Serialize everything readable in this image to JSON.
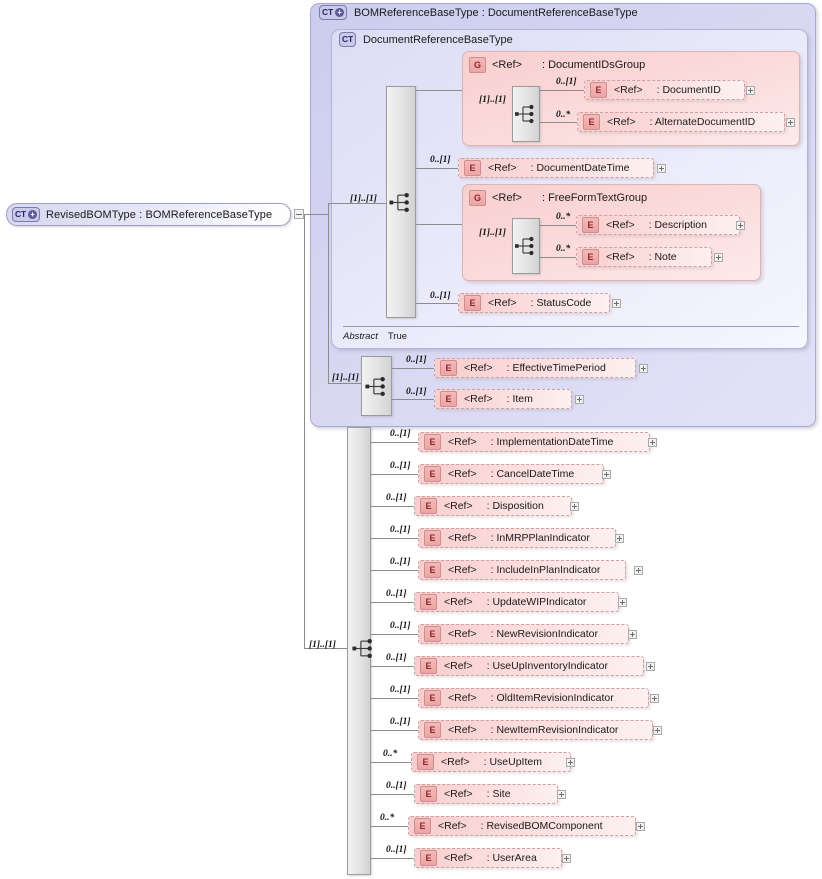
{
  "diagram": {
    "kind": "xsd-schema-diagram",
    "root": {
      "badge": "CT",
      "badge_expand": "+",
      "label": "RevisedBOMType : BOMReferenceBaseType",
      "collapse_icon": "minus-icon"
    },
    "outer_container": {
      "badge": "CT",
      "badge_expand": "+",
      "label": "BOMReferenceBaseType : DocumentReferenceBaseType"
    },
    "inner_container": {
      "badge": "CT",
      "label": "DocumentReferenceBaseType",
      "abstract_key": "Abstract",
      "abstract_value": "True"
    },
    "groups": {
      "document_ids": {
        "badge": "G",
        "ref": "<Ref>",
        "label": ": DocumentIDsGroup",
        "outer_cardinality": "[1]..[1]",
        "seq_cardinality": "[1]..[1]",
        "children": [
          {
            "badge": "E",
            "ref": "<Ref>",
            "label": ": DocumentID",
            "cardinality": "0..[1]"
          },
          {
            "badge": "E",
            "ref": "<Ref>",
            "label": ": AlternateDocumentID",
            "cardinality": "0..*"
          }
        ]
      },
      "free_form_text": {
        "badge": "G",
        "ref": "<Ref>",
        "label": ": FreeFormTextGroup",
        "outer_cardinality": "[1]..[1]",
        "seq_cardinality": "[1]..[1]",
        "children": [
          {
            "badge": "E",
            "ref": "<Ref>",
            "label": ": Description",
            "cardinality": "0..*"
          },
          {
            "badge": "E",
            "ref": "<Ref>",
            "label": ": Note",
            "cardinality": "0..*"
          }
        ]
      }
    },
    "inner_sequence": {
      "cardinality": "[1]..[1]",
      "icon": "sequence-icon",
      "standalone_children": [
        {
          "badge": "E",
          "ref": "<Ref>",
          "label": ": DocumentDateTime",
          "cardinality": "0..[1]"
        },
        {
          "badge": "E",
          "ref": "<Ref>",
          "label": ": StatusCode",
          "cardinality": "0..[1]"
        }
      ]
    },
    "outer_sequence": {
      "cardinality": "[1]..[1]",
      "icon": "sequence-icon",
      "children": [
        {
          "badge": "E",
          "ref": "<Ref>",
          "label": ": EffectiveTimePeriod",
          "cardinality": "0..[1]"
        },
        {
          "badge": "E",
          "ref": "<Ref>",
          "label": ": Item",
          "cardinality": "0..[1]"
        }
      ]
    },
    "root_sequence": {
      "cardinality": "[1]..[1]",
      "icon": "sequence-icon",
      "children": [
        {
          "badge": "E",
          "ref": "<Ref>",
          "label": ": ImplementationDateTime",
          "cardinality": "0..[1]"
        },
        {
          "badge": "E",
          "ref": "<Ref>",
          "label": ": CancelDateTime",
          "cardinality": "0..[1]"
        },
        {
          "badge": "E",
          "ref": "<Ref>",
          "label": ": Disposition",
          "cardinality": "0..[1]"
        },
        {
          "badge": "E",
          "ref": "<Ref>",
          "label": ": InMRPPlanIndicator",
          "cardinality": "0..[1]"
        },
        {
          "badge": "E",
          "ref": "<Ref>",
          "label": ": IncludeInPlanIndicator",
          "cardinality": "0..[1]"
        },
        {
          "badge": "E",
          "ref": "<Ref>",
          "label": ": UpdateWIPIndicator",
          "cardinality": "0..[1]"
        },
        {
          "badge": "E",
          "ref": "<Ref>",
          "label": ": NewRevisionIndicator",
          "cardinality": "0..[1]"
        },
        {
          "badge": "E",
          "ref": "<Ref>",
          "label": ": UseUpInventoryIndicator",
          "cardinality": "0..[1]"
        },
        {
          "badge": "E",
          "ref": "<Ref>",
          "label": ": OldItemRevisionIndicator",
          "cardinality": "0..[1]"
        },
        {
          "badge": "E",
          "ref": "<Ref>",
          "label": ": NewItemRevisionIndicator",
          "cardinality": "0..[1]"
        },
        {
          "badge": "E",
          "ref": "<Ref>",
          "label": ": UseUpItem",
          "cardinality": "0..*"
        },
        {
          "badge": "E",
          "ref": "<Ref>",
          "label": ": Site",
          "cardinality": "0..[1]"
        },
        {
          "badge": "E",
          "ref": "<Ref>",
          "label": ": RevisedBOMComponent",
          "cardinality": "0..*"
        },
        {
          "badge": "E",
          "ref": "<Ref>",
          "label": ": UserArea",
          "cardinality": "0..[1]"
        }
      ]
    },
    "colors": {
      "complex_type_fill": "#d8d8f0",
      "element_fill": "#f9cdcd",
      "group_fill": "#f8cfcf",
      "badge_element": "#f0aaaa",
      "line": "#8d8d8d",
      "background": "#ffffff"
    }
  }
}
